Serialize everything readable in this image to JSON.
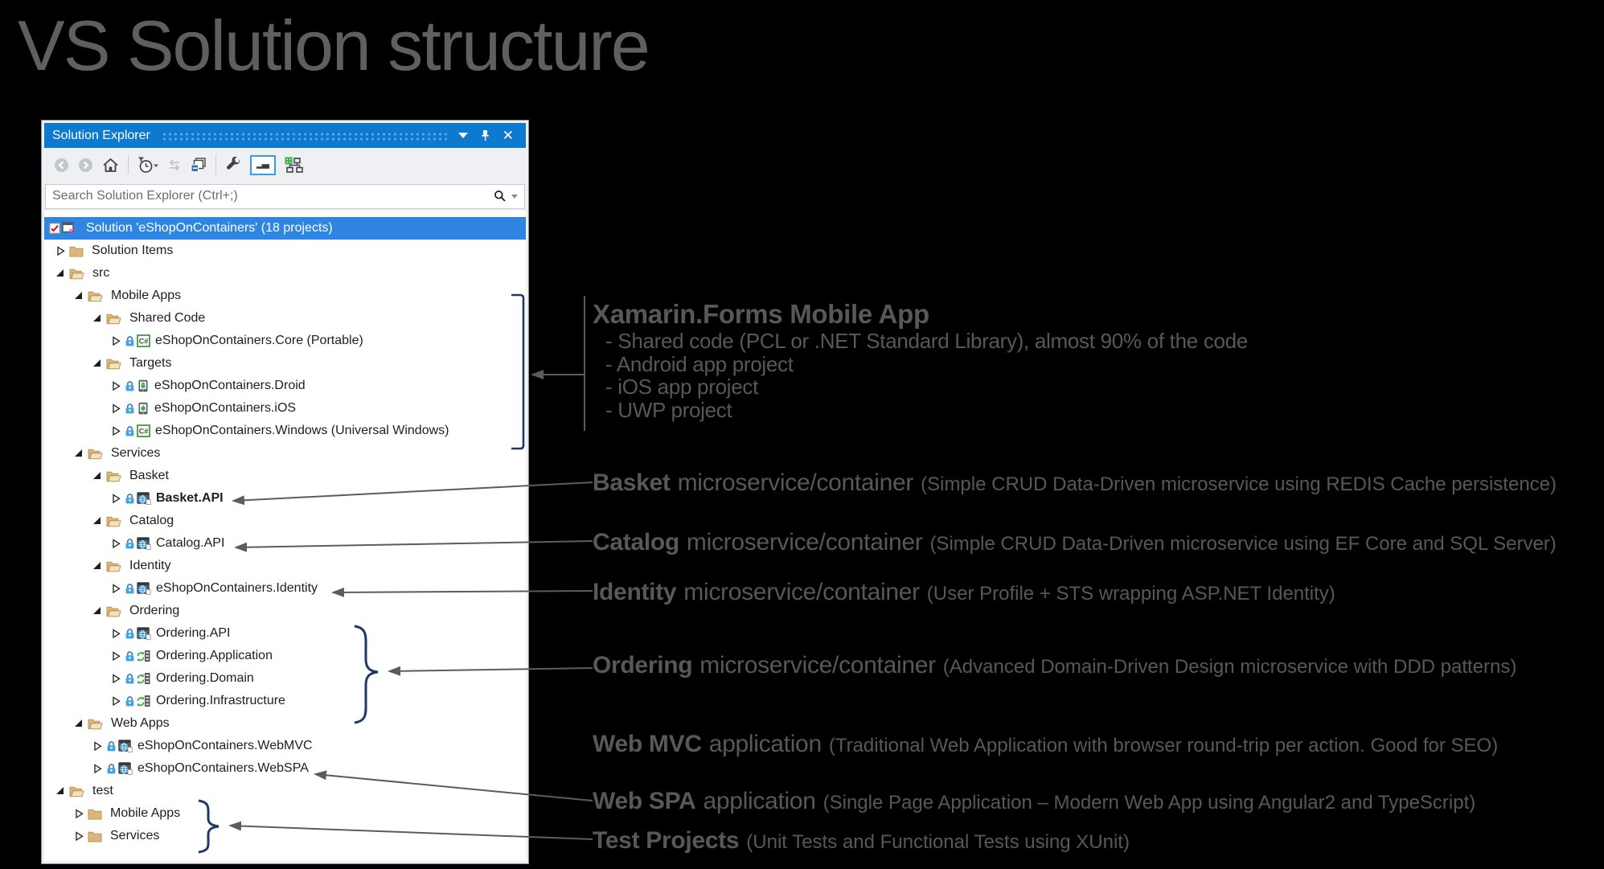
{
  "page": {
    "title": "VS Solution structure"
  },
  "colors": {
    "background": "#000000",
    "slide_title_gray": "#5f5f5f",
    "annotation_gray": "#585858",
    "connector_gray": "#666666",
    "bracket_navy": "#1f3864",
    "vs_titlebar_blue": "#0d7ad0",
    "selection_blue": "#2f86e0",
    "panel_chrome": "#eef0f4",
    "tree_text": "#1e1e1e",
    "folder_tan": "#dcb67a",
    "lock_blue": "#43a3e0",
    "csharp_green": "#3ba03b",
    "globe_blue": "#2e9bd6",
    "toolbar_icon_dark": "#424242",
    "disabled_icon_gray": "#c2c6cd",
    "selected_tool_border": "#3b9ae0",
    "check_red": "#cc1111",
    "vs_purple": "#b04ecb"
  },
  "solution_explorer": {
    "titlebar": {
      "title": "Solution Explorer",
      "icons": [
        "window-position",
        "auto-hide-pin",
        "close"
      ]
    },
    "toolbar": {
      "icons": [
        {
          "name": "navigate-back",
          "enabled": false
        },
        {
          "name": "navigate-forward",
          "enabled": false
        },
        {
          "name": "home",
          "enabled": true
        },
        {
          "name": "pending-changes-filter",
          "enabled": true,
          "has_dropdown": true
        },
        {
          "name": "sync-with-active-document",
          "enabled": false
        },
        {
          "name": "collapse-all",
          "enabled": true
        },
        {
          "name": "properties",
          "enabled": true
        },
        {
          "name": "preview-selected-items",
          "enabled": true,
          "selected": true
        },
        {
          "name": "scope-to-this",
          "enabled": true
        }
      ]
    },
    "search": {
      "placeholder": "Search Solution Explorer (Ctrl+;)"
    },
    "tree": {
      "rows": [
        {
          "label": "Solution 'eShopOnContainers' (18 projects)",
          "level": 0,
          "glyph": "none",
          "icon": "solution",
          "selected": true
        },
        {
          "label": "Solution Items",
          "level": 1,
          "glyph": "collapsed",
          "icon": "folder-closed"
        },
        {
          "label": "src",
          "level": 1,
          "glyph": "expanded",
          "icon": "folder-open"
        },
        {
          "label": "Mobile Apps",
          "level": 2,
          "glyph": "expanded",
          "icon": "folder-open"
        },
        {
          "label": "Shared Code",
          "level": 3,
          "glyph": "expanded",
          "icon": "folder-open"
        },
        {
          "label": "eShopOnContainers.Core (Portable)",
          "level": 4,
          "glyph": "collapsed",
          "icon": "csharp",
          "lock": true
        },
        {
          "label": "Targets",
          "level": 3,
          "glyph": "expanded",
          "icon": "folder-open"
        },
        {
          "label": "eShopOnContainers.Droid",
          "level": 4,
          "glyph": "collapsed",
          "icon": "droid",
          "lock": true
        },
        {
          "label": "eShopOnContainers.iOS",
          "level": 4,
          "glyph": "collapsed",
          "icon": "ios",
          "lock": true
        },
        {
          "label": "eShopOnContainers.Windows (Universal Windows)",
          "level": 4,
          "glyph": "collapsed",
          "icon": "csharp",
          "lock": true
        },
        {
          "label": "Services",
          "level": 2,
          "glyph": "expanded",
          "icon": "folder-open"
        },
        {
          "label": "Basket",
          "level": 3,
          "glyph": "expanded",
          "icon": "folder-open"
        },
        {
          "label": "Basket.API",
          "level": 4,
          "glyph": "collapsed",
          "icon": "web",
          "lock": true,
          "bold": true
        },
        {
          "label": "Catalog",
          "level": 3,
          "glyph": "expanded",
          "icon": "folder-open"
        },
        {
          "label": "Catalog.API",
          "level": 4,
          "glyph": "collapsed",
          "icon": "web",
          "lock": true
        },
        {
          "label": "Identity",
          "level": 3,
          "glyph": "expanded",
          "icon": "folder-open"
        },
        {
          "label": "eShopOnContainers.Identity",
          "level": 4,
          "glyph": "collapsed",
          "icon": "web",
          "lock": true
        },
        {
          "label": "Ordering",
          "level": 3,
          "glyph": "expanded",
          "icon": "folder-open"
        },
        {
          "label": "Ordering.API",
          "level": 4,
          "glyph": "collapsed",
          "icon": "web",
          "lock": true
        },
        {
          "label": "Ordering.Application",
          "level": 4,
          "glyph": "collapsed",
          "icon": "lib",
          "lock": true
        },
        {
          "label": "Ordering.Domain",
          "level": 4,
          "glyph": "collapsed",
          "icon": "lib",
          "lock": true
        },
        {
          "label": "Ordering.Infrastructure",
          "level": 4,
          "glyph": "collapsed",
          "icon": "lib",
          "lock": true
        },
        {
          "label": "Web Apps",
          "level": 2,
          "glyph": "expanded",
          "icon": "folder-open"
        },
        {
          "label": "eShopOnContainers.WebMVC",
          "level": 3,
          "glyph": "collapsed",
          "icon": "web",
          "lock": true
        },
        {
          "label": "eShopOnContainers.WebSPA",
          "level": 3,
          "glyph": "collapsed",
          "icon": "web",
          "lock": true
        },
        {
          "label": "test",
          "level": 1,
          "glyph": "expanded",
          "icon": "folder-open"
        },
        {
          "label": "Mobile Apps",
          "level": 2,
          "glyph": "collapsed",
          "icon": "folder-closed"
        },
        {
          "label": "Services",
          "level": 2,
          "glyph": "collapsed",
          "icon": "folder-closed"
        }
      ]
    }
  },
  "annotations": {
    "xamarin": {
      "heading": "Xamarin.Forms Mobile App",
      "bullets": [
        "- Shared code (PCL or .NET Standard Library), almost 90% of the code",
        "- Android app project",
        "- iOS app project",
        "- UWP project"
      ]
    },
    "callouts": [
      {
        "id": "basket",
        "bold": "Basket",
        "regular": "microservice/container",
        "paren": "(Simple CRUD Data-Driven microservice using REDIS Cache persistence)"
      },
      {
        "id": "catalog",
        "bold": "Catalog",
        "regular": "microservice/container",
        "paren": "(Simple CRUD Data-Driven microservice using EF Core and SQL Server)"
      },
      {
        "id": "identity",
        "bold": "Identity",
        "regular": "microservice/container",
        "paren": "(User Profile + STS wrapping ASP.NET Identity)"
      },
      {
        "id": "ordering",
        "bold": "Ordering",
        "regular": "microservice/container",
        "paren": "(Advanced Domain-Driven Design microservice with DDD patterns)"
      },
      {
        "id": "webmvc",
        "bold": "Web MVC",
        "regular": "application",
        "paren": "(Traditional Web Application with browser round-trip per action. Good for SEO)"
      },
      {
        "id": "webspa",
        "bold": "Web SPA",
        "regular": "application",
        "paren": "(Single Page Application – Modern Web App using Angular2 and TypeScript)"
      },
      {
        "id": "test",
        "bold": "Test Projects",
        "regular": "",
        "paren": "(Unit Tests and Functional Tests using XUnit)"
      }
    ]
  }
}
